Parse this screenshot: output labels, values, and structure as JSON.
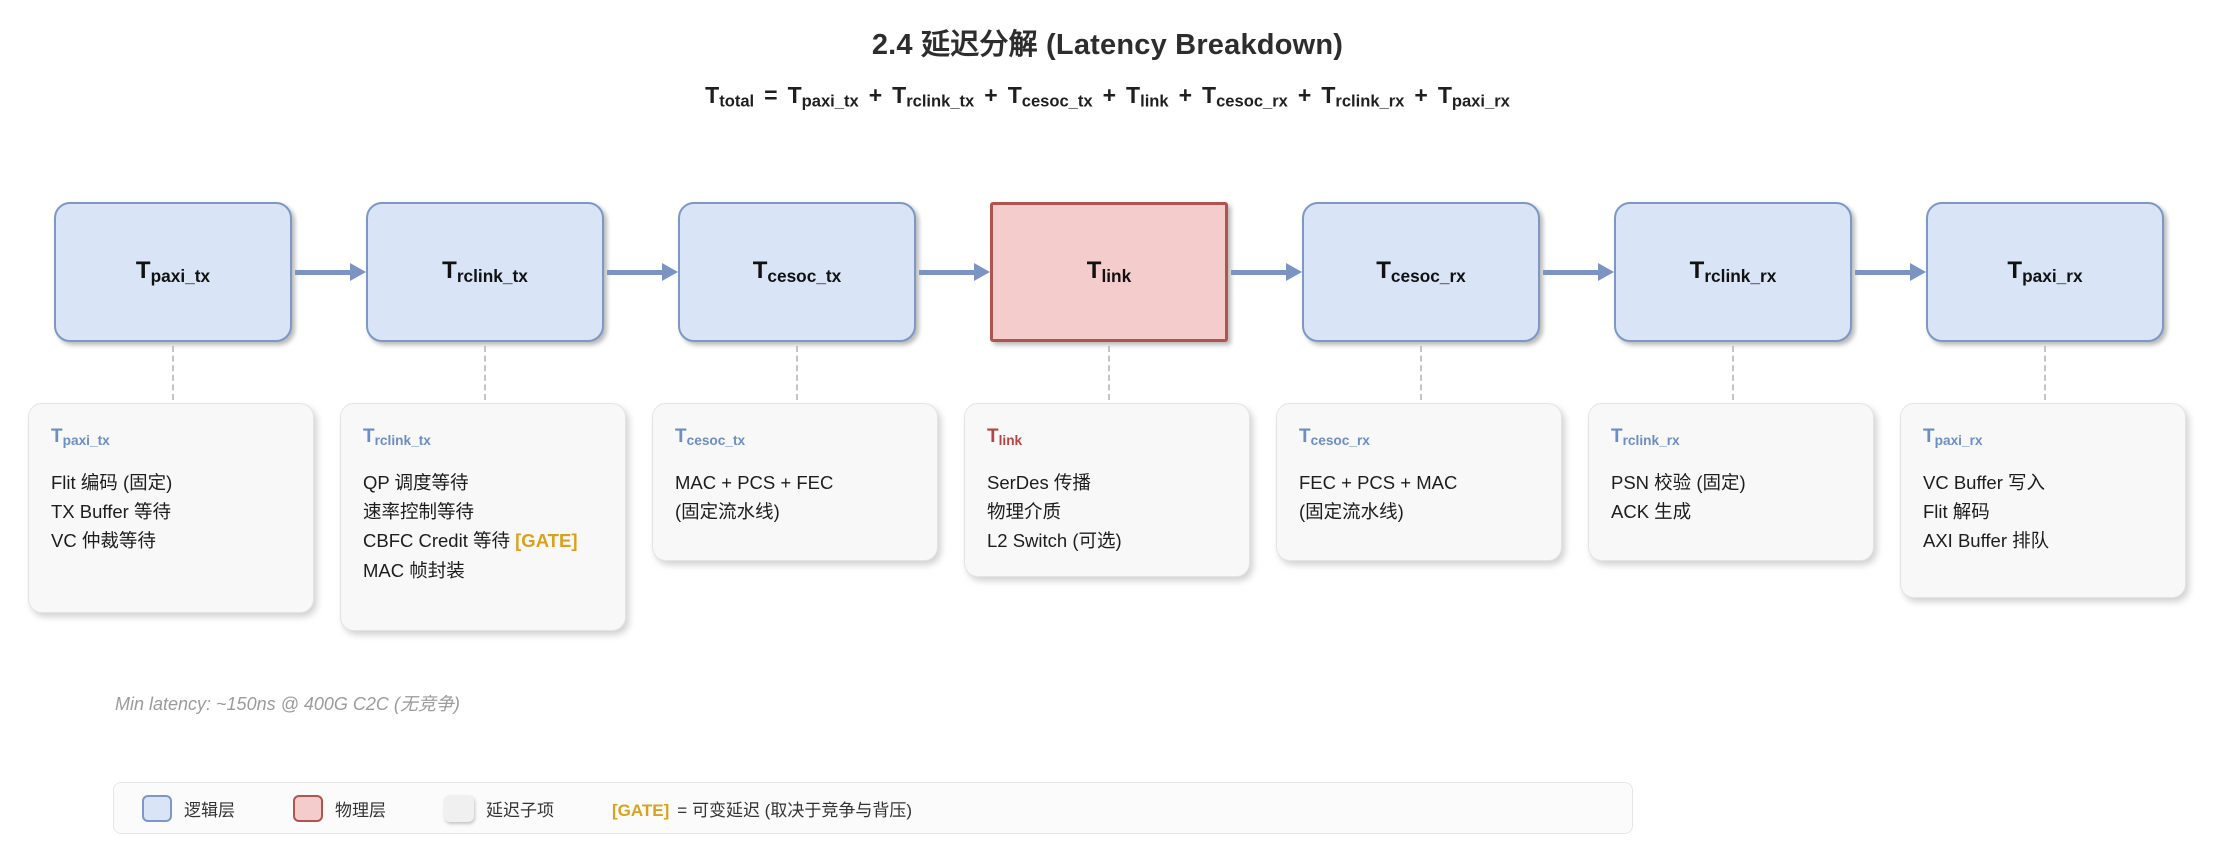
{
  "page": {
    "title": "2.4 延迟分解 (Latency Breakdown)",
    "note": "Min latency: ~150ns @ 400G C2C (无竞争)"
  },
  "formula": {
    "lhs": {
      "base": "T",
      "sub": "total"
    },
    "eq": "=",
    "plus": "+",
    "terms": [
      {
        "base": "T",
        "sub": "paxi_tx"
      },
      {
        "base": "T",
        "sub": "rclink_tx"
      },
      {
        "base": "T",
        "sub": "cesoc_tx"
      },
      {
        "base": "T",
        "sub": "link"
      },
      {
        "base": "T",
        "sub": "cesoc_rx"
      },
      {
        "base": "T",
        "sub": "rclink_rx"
      },
      {
        "base": "T",
        "sub": "paxi_rx"
      }
    ]
  },
  "stages": [
    {
      "id": "paxi_tx",
      "base": "T",
      "sub": "paxi_tx",
      "layer": "logical",
      "card_lines": [
        "Flit 编码 (固定)",
        "TX Buffer 等待",
        "VC 仲裁等待"
      ]
    },
    {
      "id": "rclink_tx",
      "base": "T",
      "sub": "rclink_tx",
      "layer": "logical",
      "card_lines": [
        "QP 调度等待",
        "速率控制等待",
        "CBFC Credit 等待 [GATE]",
        "MAC 帧封装"
      ]
    },
    {
      "id": "cesoc_tx",
      "base": "T",
      "sub": "cesoc_tx",
      "layer": "logical",
      "card_lines": [
        "MAC + PCS + FEC",
        "(固定流水线)"
      ]
    },
    {
      "id": "link",
      "base": "T",
      "sub": "link",
      "layer": "physical",
      "card_lines": [
        "SerDes 传播",
        "物理介质",
        "L2 Switch (可选)"
      ]
    },
    {
      "id": "cesoc_rx",
      "base": "T",
      "sub": "cesoc_rx",
      "layer": "logical",
      "card_lines": [
        "FEC + PCS + MAC",
        "(固定流水线)"
      ]
    },
    {
      "id": "rclink_rx",
      "base": "T",
      "sub": "rclink_rx",
      "layer": "logical",
      "card_lines": [
        "PSN 校验 (固定)",
        "ACK 生成"
      ]
    },
    {
      "id": "paxi_rx",
      "base": "T",
      "sub": "paxi_rx",
      "layer": "logical",
      "card_lines": [
        "VC Buffer 写入",
        "Flit 解码",
        "AXI Buffer 排队"
      ]
    }
  ],
  "legend": {
    "items": [
      {
        "id": "logical",
        "label": "逻辑层"
      },
      {
        "id": "physical",
        "label": "物理层"
      },
      {
        "id": "sub_item",
        "label": "延迟子项"
      }
    ],
    "gate_label": "[GATE]",
    "gate_text": "= 可变延迟 (取决于竞争与背压)"
  },
  "colors": {
    "logical_fill": "#d9e5f7",
    "logical_border": "#7d97c6",
    "physical_fill": "#f4cccc",
    "physical_border": "#b05450",
    "card_title_blue": "#6b8ec4",
    "card_title_red": "#b04744",
    "gate": "#d9a21d",
    "arrow": "#7b94c4"
  }
}
